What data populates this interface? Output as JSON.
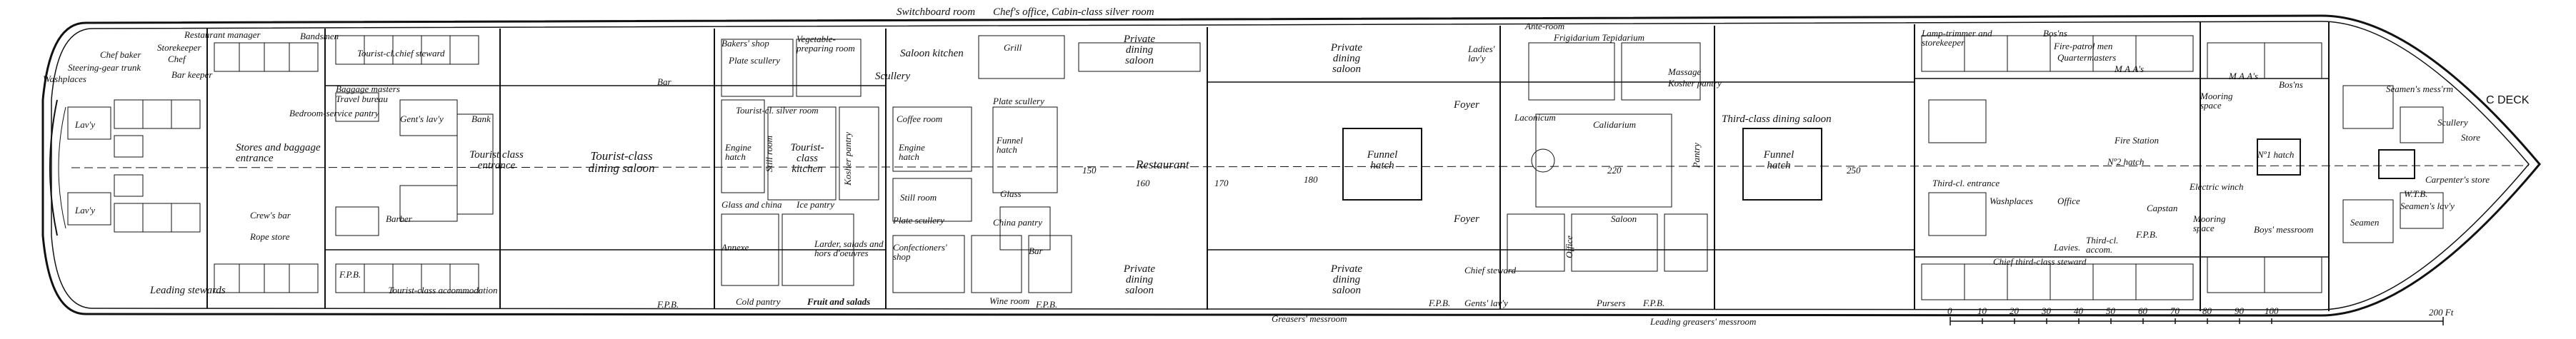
{
  "deck_name": "C DECK",
  "labels": {
    "washplaces": "Washplaces",
    "steering_gear_trunk": "Steering-gear trunk",
    "chef_baker": "Chef baker",
    "storekeeper": "Storekeeper",
    "chef": "Chef",
    "restaurant_manager": "Restaurant manager",
    "bar_keeper": "Bar keeper",
    "bandsmen": "Bandsmen",
    "tourist_chief_steward": "Tourist-cl.chief steward",
    "baggage_masters": "Baggage masters",
    "travel_bureau": "Travel bureau",
    "bedroom_service_pantry": "Bedroom-service pantry",
    "gents_lavy_1": "Gent's lav'y",
    "bank": "Bank",
    "tourist_class_entrance": "Tourist class entrance",
    "tourist_class_dining_saloon": "Tourist-class dining saloon",
    "bar_1": "Bar",
    "lavy_1": "Lav'y",
    "lavy_2": "Lav'y",
    "stores_and_baggage_entrance": "Stores and baggage entrance",
    "crews_bar": "Crew's bar",
    "rope_store": "Rope store",
    "barber": "Barber",
    "leading_stewards": "Leading stewards",
    "fpb_1": "F.P.B.",
    "tourist_class_accommodation": "Tourist-class accommodation",
    "switchboard_room": "Switchboard room",
    "bakers_shop": "Bakers' shop",
    "plate_scullery_1": "Plate scullery",
    "vegetable_preparing_room": "Vegetable-preparing room",
    "scullery_1": "Scullery",
    "saloon_kitchen": "Saloon kitchen",
    "grill": "Grill",
    "tourist_silver_room": "Tourist-cl. silver room",
    "engine_hatch_1": "Engine hatch",
    "still_room_1": "Still room",
    "tourist_class_kitchen": "Tourist-class kitchen",
    "kosher_pantry": "Kosher pantry",
    "coffee_room": "Coffee room",
    "engine_hatch_2": "Engine hatch",
    "still_room_2": "Still room",
    "glass_and_china": "Glass and china",
    "ice_pantry": "Ice pantry",
    "annexe": "Annexe",
    "larder_salads": "Larder, salads and hors d'oeuvres",
    "plate_scullery_2": "Plate scullery",
    "confectioners_shop": "Confectioners' shop",
    "cold_pantry": "Cold pantry",
    "fruit_and_salads": "Fruit and salads",
    "chefs_office": "Chef's office, Cabin-class silver room",
    "plate_scullery_3": "Plate scullery",
    "funnel_hatch_1": "Funnel hatch",
    "glass": "Glass",
    "china_pantry": "China pantry",
    "bar_2": "Bar",
    "wine_room": "Wine room",
    "fpb_2": "F.P.B.",
    "fpb_3": "F.P.B.",
    "private_dining_saloon_1": "Private dining saloon",
    "private_dining_saloon_2": "Private dining saloon",
    "private_dining_saloon_3": "Private dining saloon",
    "private_dining_saloon_4": "Private dining saloon",
    "restaurant": "Restaurant",
    "frame_150": "150",
    "frame_160": "160",
    "frame_170": "170",
    "frame_180": "180",
    "funnel_hatch_2": "Funnel hatch",
    "ladies_lavy": "Ladies' lav'y",
    "foyer_1": "Foyer",
    "foyer_2": "Foyer",
    "laconicum": "Laconicum",
    "ante_room": "Ante-room",
    "frigidarium_tepidarium": "Frigidarium Tepidarium",
    "massage": "Massage",
    "kosher_pantry_2": "Kosher pantry",
    "calidarium": "Calidarium",
    "frame_220": "220",
    "pantry": "Pantry",
    "saloon_small": "Saloon",
    "chief_steward": "Chief steward",
    "office": "Office",
    "fpb_4": "F.P.B.",
    "gents_lavy_2": "Gents' lav'y",
    "pursers": "Pursers",
    "fpb_5": "F.P.B.",
    "greasers_messroom": "Greasers' messroom",
    "leading_greasers_messroom": "Leading greasers' messroom",
    "third_class_dining_saloon": "Third-class dining saloon",
    "funnel_hatch_3": "Funnel hatch",
    "frame_250": "250",
    "lamp_trimmer": "Lamp-trimmer and storekeeper",
    "bosuns": "Bos'ns",
    "fire_patrol_men": "Fire-patrol men",
    "quartermasters": "Quartermasters",
    "maas_1": "M.A.A's",
    "maas_2": "M.A.A's",
    "bosns": "Bos'ns",
    "mooring_space_1": "Mooring space",
    "mooring_space_2": "Mooring space",
    "fire_station": "Fire Station",
    "nr2_hatch": "Nº2 hatch",
    "nr1_hatch": "Nº1 hatch",
    "electric_winch": "Electric winch",
    "third_class_entrance": "Third-cl. entrance",
    "washplaces_2": "Washplaces",
    "office_2": "Office",
    "capstan": "Capstan",
    "lavies": "Lavies.",
    "third_cl_accom": "Third-cl. accom.",
    "fpb_6": "F.P.B.",
    "chief_third_class_steward": "Chief third-class steward",
    "bays_messroom": "Boys' messroom",
    "seamen": "Seamen",
    "seamens_messrm": "Seamen's mess'rm",
    "scullery_2": "Scullery",
    "store": "Store",
    "wtb": "W.T.B.",
    "carpenters_store": "Carpenter's store",
    "seamens_lavy": "Seamen's lav'y"
  },
  "scale": {
    "ticks": [
      "0",
      "10",
      "20",
      "30",
      "40",
      "50",
      "60",
      "70",
      "80",
      "90",
      "100"
    ],
    "end_label": "200 Ft"
  }
}
